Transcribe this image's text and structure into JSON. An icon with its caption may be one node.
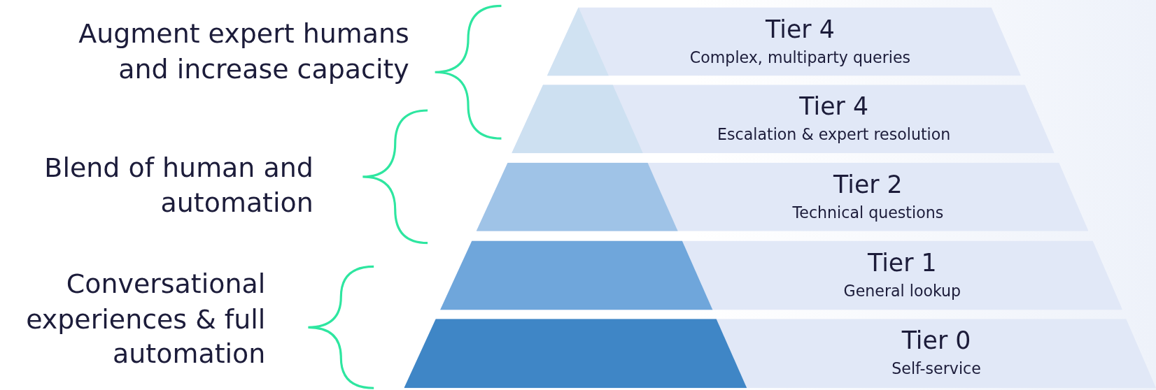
{
  "diagram": {
    "nodes": [
      {
        "text": [
          "Tier 4",
          "Complex, multiparty queries"
        ]
      },
      {
        "text": [
          "Tier 4",
          "Escalation & expert resolution"
        ]
      },
      {
        "text": [
          "Tier 2",
          "Technical questions"
        ]
      },
      {
        "text": [
          "Tier 1",
          "General lookup"
        ]
      },
      {
        "text": [
          "Tier 0",
          "Self-service"
        ]
      }
    ],
    "edges": [],
    "labels": [
      "Augment expert humans and increase capacity",
      "Blend of human and automation",
      "Conversational experiences & full automation"
    ]
  }
}
